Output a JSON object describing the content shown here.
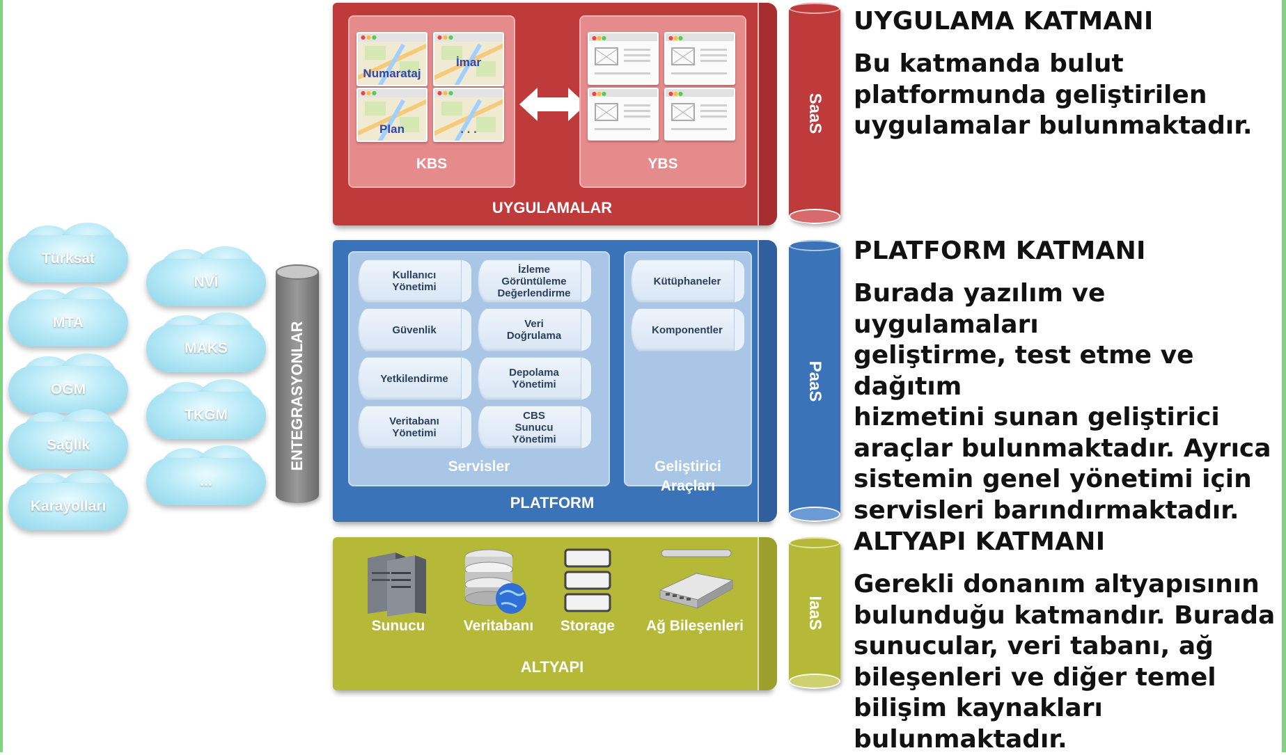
{
  "colors": {
    "app": "#bf3a3a",
    "platform": "#3b73b9",
    "infra": "#b6b938",
    "integration": "#8a8a8a",
    "cloud": "#b9eaf7"
  },
  "clouds_left": [
    "Türksat",
    "MTA",
    "OGM",
    "Sağlık",
    "Karayolları"
  ],
  "clouds_right": [
    "NVİ",
    "MAKS",
    "TKGM",
    "..."
  ],
  "integration_label": "ENTEGRASYONLAR",
  "app_layer": {
    "title": "UYGULAMALAR",
    "kbs_label": "KBS",
    "ybs_label": "YBS",
    "thumbs": [
      "Numarataj",
      "İmar",
      "Plan",
      ". . ."
    ]
  },
  "platform_layer": {
    "title": "PLATFORM",
    "services_label": "Servisler",
    "services": [
      "Kullanıcı\nYönetimi",
      "İzleme\nGörüntüleme\nDeğerlendirme",
      "Güvenlik",
      "Veri\nDoğrulama",
      "Yetkilendirme",
      "Depolama\nYönetimi",
      "Veritabanı\nYönetimi",
      "CBS\nSunucu\nYönetimi"
    ],
    "dev_label": "Geliştirici\nAraçları",
    "dev_tools": [
      "Kütüphaneler",
      "Komponentler"
    ]
  },
  "infra_layer": {
    "title": "ALTYAPI",
    "items": [
      "Sunucu",
      "Veritabanı",
      "Storage",
      "Ağ Bileşenleri"
    ]
  },
  "tiers": {
    "saas": "SaaS",
    "paas": "PaaS",
    "iaas": "IaaS"
  },
  "descriptions": {
    "app_title": "UYGULAMA KATMANI",
    "app_lines": [
      "Bu katmanda bulut",
      "platformunda geliştirilen",
      "uygulamalar bulunmaktadır."
    ],
    "platform_title": "PLATFORM KATMANI",
    "platform_lines": [
      "Burada yazılım ve uygulamaları",
      "geliştirme, test etme ve dağıtım",
      "hizmetini sunan geliştirici",
      "araçlar bulunmaktadır. Ayrıca",
      "sistemin genel yönetimi için",
      "servisleri barındırmaktadır."
    ],
    "infra_title": "ALTYAPI KATMANI",
    "infra_lines": [
      "Gerekli donanım altyapısının",
      "bulunduğu katmandır. Burada",
      "sunucular, veri tabanı, ağ",
      "bileşenleri ve diğer temel",
      "bilişim kaynakları",
      "bulunmaktadır."
    ]
  }
}
